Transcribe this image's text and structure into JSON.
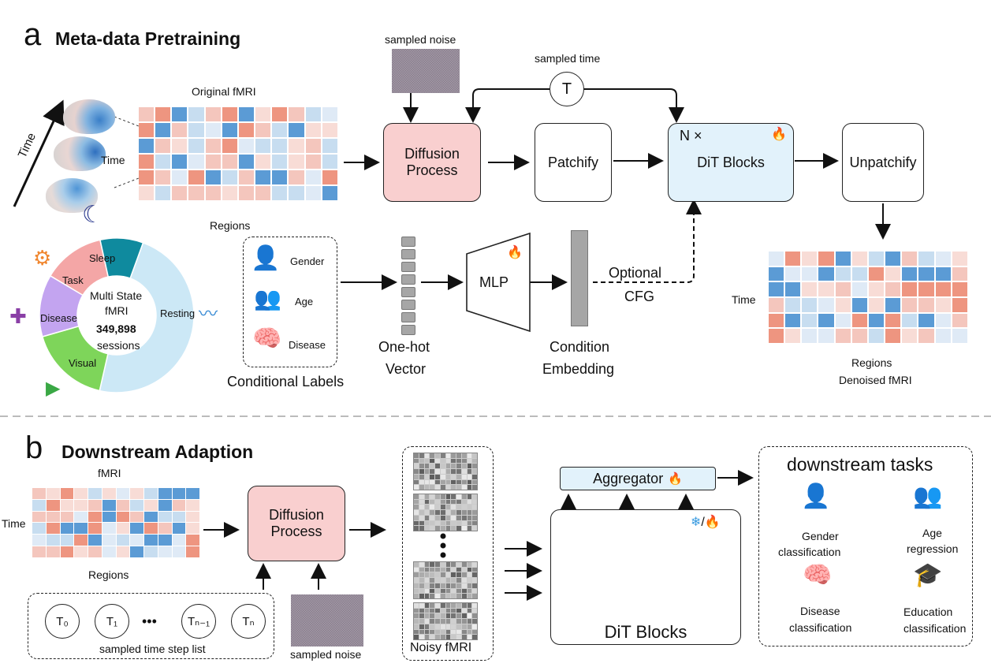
{
  "panel_a": {
    "letter": "a",
    "title": "Meta-data Pretraining",
    "sampled_noise": "sampled noise",
    "sampled_time": "sampled time",
    "time_symbol": "T",
    "original_fmri": "Original fMRI",
    "time_arrow": "Time",
    "time_label": "Time",
    "regions": "Regions",
    "diffusion_process": "Diffusion Process",
    "patchify": "Patchify",
    "dit_prefix": "N ×",
    "dit_blocks": "DiT Blocks",
    "unpatchify": "Unpatchify",
    "gender": "Gender",
    "age": "Age",
    "disease": "Disease",
    "conditional_labels": "Conditional Labels",
    "one_hot_1": "One-hot",
    "one_hot_2": "Vector",
    "mlp": "MLP",
    "condition_1": "Condition",
    "condition_2": "Embedding",
    "optional_1": "Optional",
    "optional_2": "CFG",
    "out_time": "Time",
    "out_regions": "Regions",
    "denoised": "Denoised fMRI",
    "donut": {
      "center_1": "Multi State",
      "center_2": "fMRI",
      "center_3": "349,898",
      "center_4": "sessions",
      "segments": [
        {
          "label": "Sleep",
          "color": "#0f8a9e"
        },
        {
          "label": "Task",
          "color": "#f4a6a6"
        },
        {
          "label": "Disease",
          "color": "#c3a4f0"
        },
        {
          "label": "Visual",
          "color": "#7ed55a"
        },
        {
          "label": "Resting",
          "color": "#cce8f6"
        }
      ]
    }
  },
  "panel_b": {
    "letter": "b",
    "title": "Downstream Adaption",
    "fmri": "fMRI",
    "time": "Time",
    "regions": "Regions",
    "diffusion_process": "Diffusion Process",
    "timesteps": [
      "T₀",
      "T₁",
      "Tₙ₋₁",
      "Tₙ"
    ],
    "timestep_ellipsis": "•••",
    "timestep_list": "sampled time step list",
    "sampled_noise": "sampled noise",
    "noisy_fmri": "Noisy fMRI",
    "aggregator": "Aggregator",
    "dit_blocks": "DiT Blocks",
    "downstream_tasks": "downstream tasks",
    "tasks": [
      {
        "line1": "Gender",
        "line2": "classification"
      },
      {
        "line1": "Age",
        "line2": "regression"
      },
      {
        "line1": "Disease",
        "line2": "classification"
      },
      {
        "line1": "Education",
        "line2": "classification"
      }
    ]
  }
}
